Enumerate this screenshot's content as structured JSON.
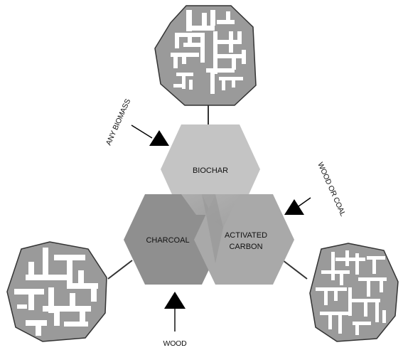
{
  "hexagons": {
    "biochar": {
      "label": "BIOCHAR",
      "color": "#c4c4c4"
    },
    "charcoal": {
      "label": "CHARCOAL",
      "color": "#8f8f8f"
    },
    "activated_carbon": {
      "label_line1": "ACTIVATED",
      "label_line2": "CARBON",
      "color": "#a9a9a9"
    }
  },
  "inputs": {
    "any_biomass": "ANY BIOMASS",
    "wood_or_coal": "WOOD OR COAL",
    "wood": "WOOD"
  },
  "pore_icons": [
    "biochar-pore-structure",
    "charcoal-pore-structure",
    "activated-carbon-pore-structure"
  ],
  "colors": {
    "pore_fill": "#9a9a9a",
    "outline": "#333333",
    "arrow": "#000000"
  }
}
